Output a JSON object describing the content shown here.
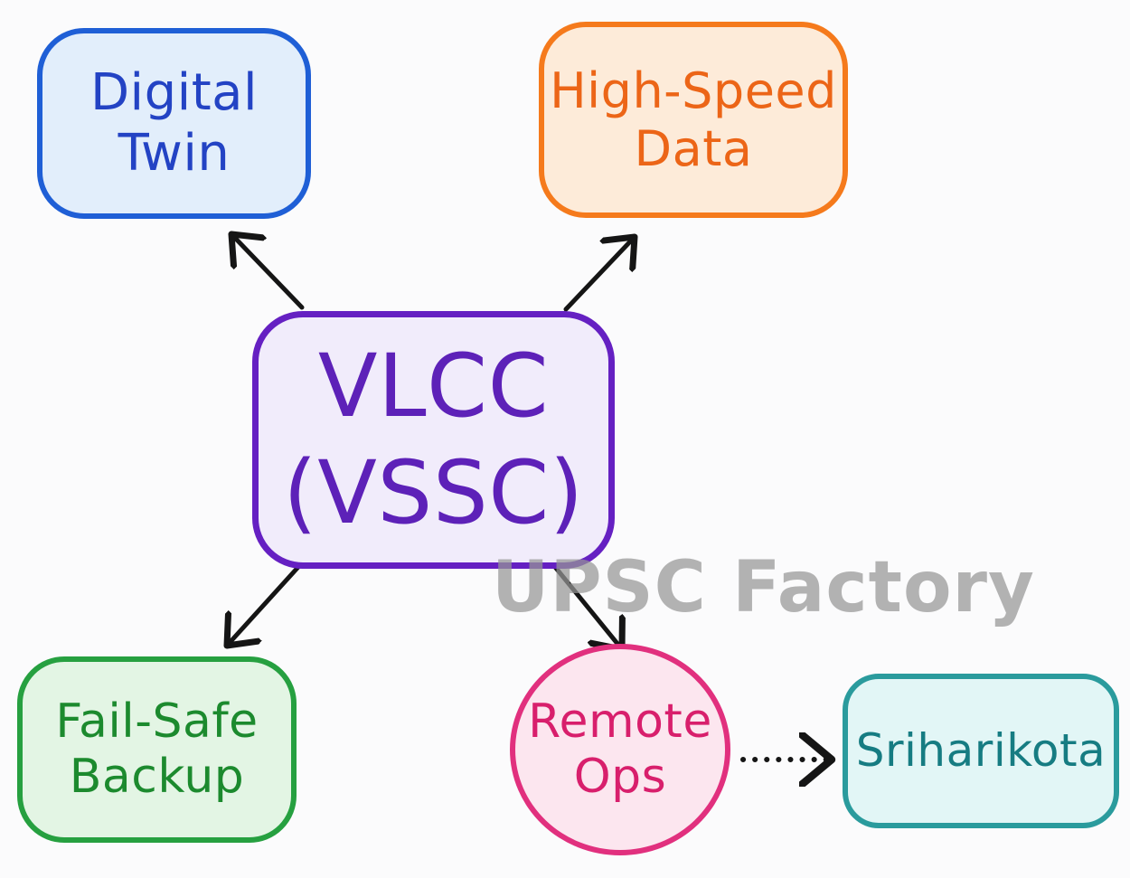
{
  "nodes": {
    "digital_twin": {
      "line1": "Digital",
      "line2": "Twin",
      "border_color": "#1f5fd6",
      "fill_color": "#e2eefb"
    },
    "high_speed_data": {
      "line1": "High-Speed",
      "line2": "Data",
      "border_color": "#f57a1c",
      "fill_color": "#fdebd9"
    },
    "center": {
      "line1": "VLCC",
      "line2": "(VSSC)",
      "border_color": "#6520c2",
      "fill_color": "#f1ecfb"
    },
    "fail_safe_backup": {
      "line1": "Fail-Safe",
      "line2": "Backup",
      "border_color": "#26a040",
      "fill_color": "#e3f5e4"
    },
    "remote_ops": {
      "line1": "Remote",
      "line2": "Ops",
      "border_color": "#e1307e",
      "fill_color": "#fce6ef"
    },
    "sriharikota": {
      "label": "Sriharikota",
      "border_color": "#2a9b9d",
      "fill_color": "#e2f6f6"
    }
  },
  "edges": [
    {
      "from": "center",
      "to": "digital_twin",
      "style": "solid"
    },
    {
      "from": "center",
      "to": "high_speed_data",
      "style": "solid"
    },
    {
      "from": "center",
      "to": "fail_safe_backup",
      "style": "solid"
    },
    {
      "from": "center",
      "to": "remote_ops",
      "style": "solid"
    },
    {
      "from": "remote_ops",
      "to": "sriharikota",
      "style": "dotted"
    }
  ],
  "watermark": "UPSC Factory"
}
